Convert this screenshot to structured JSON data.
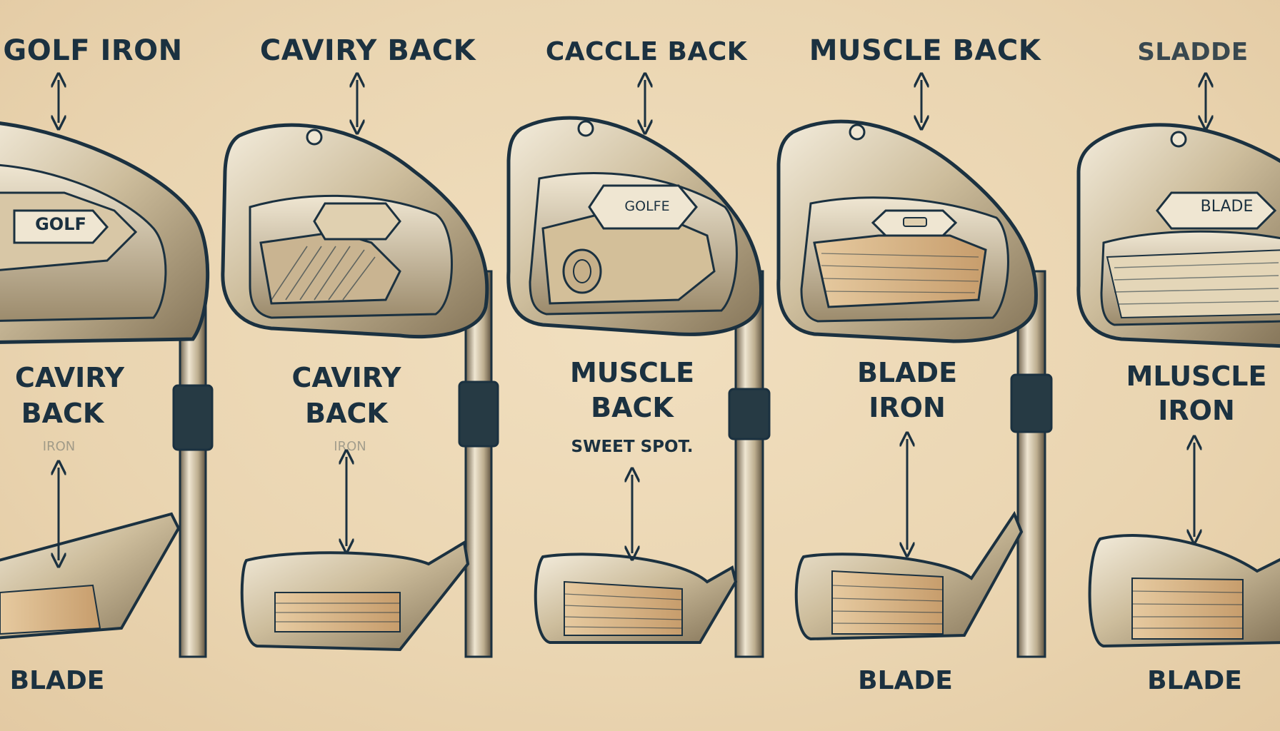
{
  "colors": {
    "background": "#ecd8b5",
    "ink": "#1b3140",
    "metal_light": "#efe6d2",
    "metal_mid": "#c4b394",
    "metal_dark": "#7c6d55",
    "face_wood": "#d9b98c"
  },
  "columns": [
    {
      "title": "GOLF IRON",
      "badge": "GOLF",
      "mid_lines": [
        "CAVIRY",
        "BACK"
      ],
      "sub_label": "IRON",
      "bottom_label": "BLADE"
    },
    {
      "title": "CAVIRY BACK",
      "badge": "",
      "mid_lines": [
        "CAVIRY",
        "BACK"
      ],
      "sub_label": "IRON",
      "bottom_label": ""
    },
    {
      "title": "CACCLE BACK",
      "badge": "GOLFE",
      "mid_lines": [
        "MUSCLE",
        "BACK"
      ],
      "sub_label": "SWEET SPOT.",
      "bottom_label": ""
    },
    {
      "title": "MUSCLE BACK",
      "badge": "",
      "mid_lines": [
        "BLADE",
        "IRON"
      ],
      "sub_label": "",
      "bottom_label": "BLADE"
    },
    {
      "title": "SLADDE",
      "badge": "BLADE",
      "mid_lines": [
        "MLUSCLE",
        "IRON"
      ],
      "sub_label": "",
      "bottom_label": "BLADE"
    }
  ],
  "icons": [
    "double-arrow-icon",
    "golf-iron-head-icon",
    "golf-iron-sole-icon"
  ]
}
